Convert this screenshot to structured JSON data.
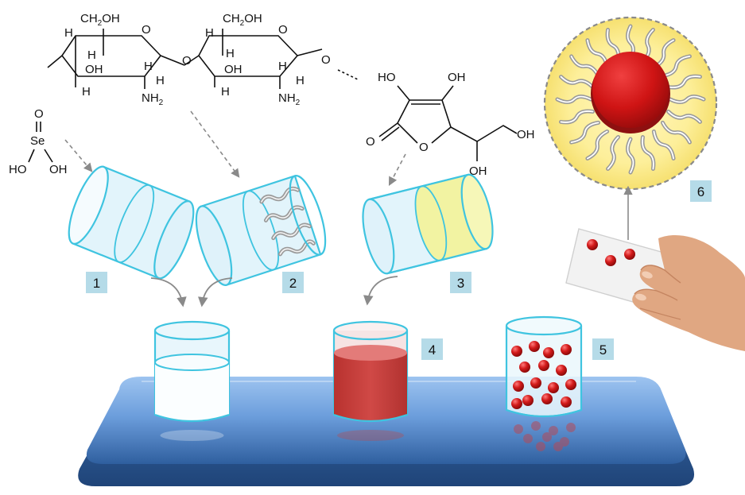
{
  "chitosan": {
    "ch2oh": "CH",
    "ch2oh_sub": "2",
    "ch2oh_tail": "OH",
    "ring_o": "O",
    "link_o": "O",
    "h": "H",
    "oh": "OH",
    "nh2": "NH",
    "nh2_sub": "2",
    "end_o": "O"
  },
  "selenious_acid": {
    "o": "O",
    "se": "Se",
    "ho": "HO",
    "oh": "OH"
  },
  "ascorbic_acid": {
    "ho": "HO",
    "oh": "OH",
    "o": "O"
  },
  "steps": [
    "1",
    "2",
    "3",
    "4",
    "5",
    "6"
  ],
  "colors": {
    "glass_stroke": "#3fc4e0",
    "glass_fill": "#dff3fb",
    "ascorbic_fill": "#f3f3a6",
    "red_solution": "#c9403e",
    "nanoparticle": "#c81818",
    "platform": "#5b8fd2",
    "label_box": "#b5dbe8",
    "halo": "#fdf3a4"
  }
}
